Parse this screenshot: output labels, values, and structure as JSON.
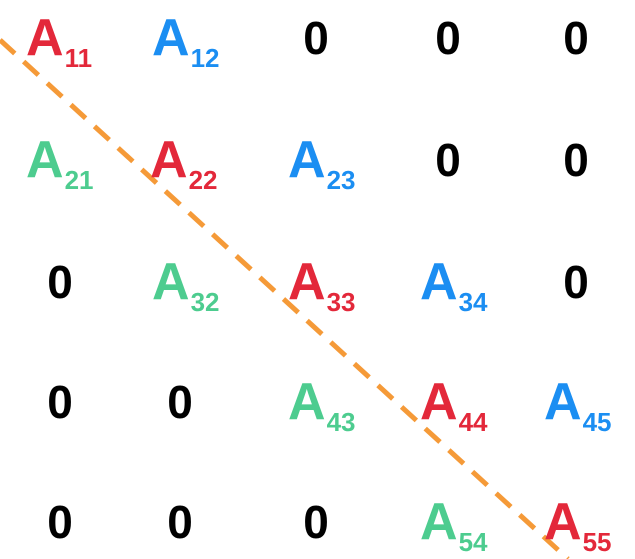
{
  "colors": {
    "diagonal": "#e3283a",
    "upper": "#1b8ef2",
    "lower": "#4dcc8f",
    "zero": "#000000",
    "guide_line": "#f59a38"
  },
  "matrix": {
    "letter": "A",
    "rows": [
      [
        {
          "kind": "diag",
          "sub": "11"
        },
        {
          "kind": "upper",
          "sub": "12"
        },
        {
          "kind": "zero",
          "text": "0"
        },
        {
          "kind": "zero",
          "text": "0"
        },
        {
          "kind": "zero",
          "text": "0"
        }
      ],
      [
        {
          "kind": "lower",
          "sub": "21"
        },
        {
          "kind": "diag",
          "sub": "22"
        },
        {
          "kind": "upper",
          "sub": "23"
        },
        {
          "kind": "zero",
          "text": "0"
        },
        {
          "kind": "zero",
          "text": "0"
        }
      ],
      [
        {
          "kind": "zero",
          "text": "0"
        },
        {
          "kind": "lower",
          "sub": "32"
        },
        {
          "kind": "diag",
          "sub": "33"
        },
        {
          "kind": "upper",
          "sub": "34"
        },
        {
          "kind": "zero",
          "text": "0"
        }
      ],
      [
        {
          "kind": "zero",
          "text": "0"
        },
        {
          "kind": "zero",
          "text": "0"
        },
        {
          "kind": "lower",
          "sub": "43"
        },
        {
          "kind": "diag",
          "sub": "44"
        },
        {
          "kind": "upper",
          "sub": "45"
        }
      ],
      [
        {
          "kind": "zero",
          "text": "0"
        },
        {
          "kind": "zero",
          "text": "0"
        },
        {
          "kind": "zero",
          "text": "0"
        },
        {
          "kind": "lower",
          "sub": "54"
        },
        {
          "kind": "diag",
          "sub": "55"
        }
      ]
    ]
  }
}
